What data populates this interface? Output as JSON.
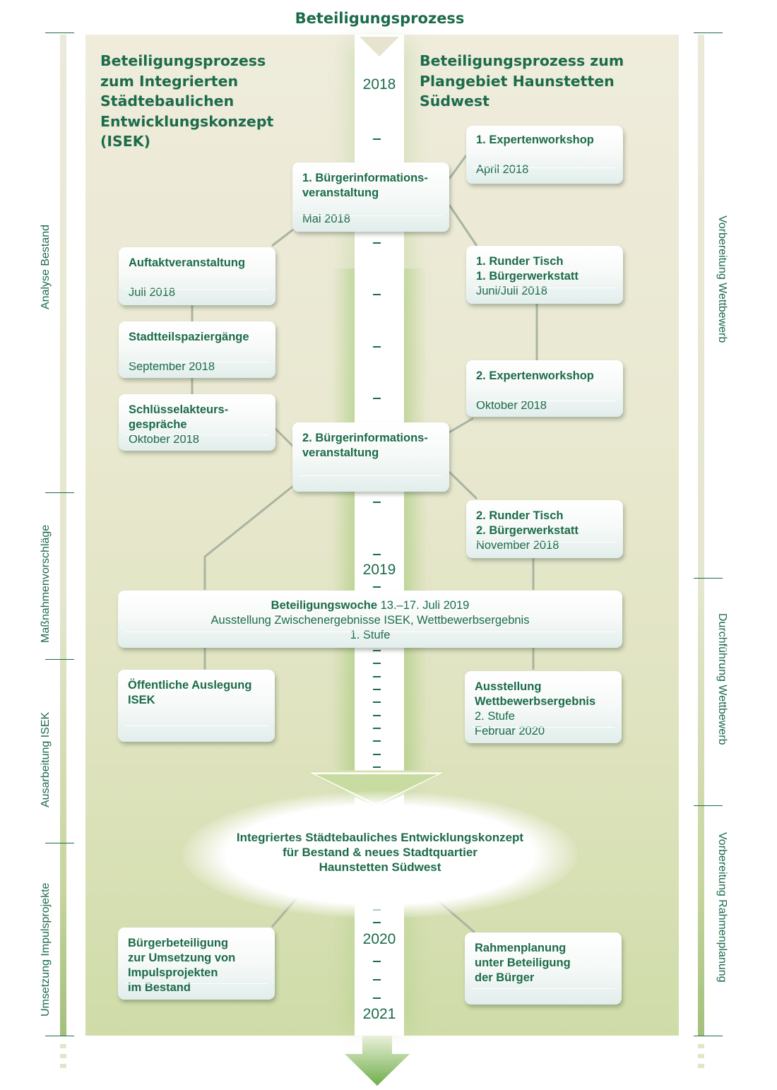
{
  "title": "Beteiligungsprozess",
  "left_heading": "Beteiligungsprozess\nzum Integrierten\nStädtebaulichen\nEntwicklungskonzept\n(ISEK)",
  "right_heading": "Beteiligungsprozess zum\nPlangebiet Haunstetten\nSüdwest",
  "years": [
    "2018",
    "2019",
    "2020",
    "2021"
  ],
  "phases_left": [
    "Analyse Bestand",
    "Maßnahmenvorschläge",
    "Ausarbeitung ISEK",
    "Umsetzung Impulsprojekte"
  ],
  "phases_right": [
    "Vorbereitung Wettbewerb",
    "Durchführung Wettbewerb",
    "Vorbereitung Rahmenplanung"
  ],
  "events": {
    "buergerinfo1": {
      "title": "1. Bürgerinformations-\nveranstaltung",
      "date": "Mai 2018"
    },
    "expertenworkshop1": {
      "title": "1. Expertenworkshop",
      "date": "April 2018"
    },
    "auftakt": {
      "title": "Auftaktveranstaltung",
      "date": "Juli 2018"
    },
    "runder_tisch1": {
      "title": "1. Runder Tisch\n1. Bürgerwerkstatt",
      "date": "Juni/Juli 2018"
    },
    "spaziergaenge": {
      "title": "Stadtteilspaziergänge",
      "date": "September 2018"
    },
    "expertenworkshop2": {
      "title": "2. Expertenworkshop",
      "date": "Oktober 2018"
    },
    "schluessel": {
      "title": "Schlüsselakteurs-\ngespräche",
      "date": "Oktober 2018"
    },
    "buergerinfo2": {
      "title": "2. Bürgerinformations-\nveranstaltung"
    },
    "runder_tisch2": {
      "title": "2. Runder Tisch\n2. Bürgerwerkstatt",
      "date": "November 2018"
    },
    "beteiligungswoche": {
      "title": "Beteiligungswoche",
      "dates": "13.–17. Juli 2019",
      "desc": "Ausstellung Zwischenergebnisse ISEK, Wettbewerbsergebnis\n1. Stufe"
    },
    "auslegung": {
      "title": "Öffentliche Auslegung\nISEK"
    },
    "ausstellung": {
      "title": "Ausstellung\nWettbewerbsergebnis",
      "detail": "2. Stufe\nFebruar 2020"
    },
    "umsetzung": {
      "title": "Bürgerbeteiligung\nzur Umsetzung von\nImpulsprojekten\nim Bestand"
    },
    "rahmenplanung": {
      "title": "Rahmenplanung\nunter Beteiligung\nder Bürger"
    }
  },
  "result": "Integriertes Städtebauliches Entwicklungskonzept\nfür Bestand & neues Stadtquartier\nHaunstetten Südwest",
  "colors": {
    "text": "#1c6b4a",
    "panel": "#ebe9d3",
    "accent_green": "#8dbb5a"
  }
}
